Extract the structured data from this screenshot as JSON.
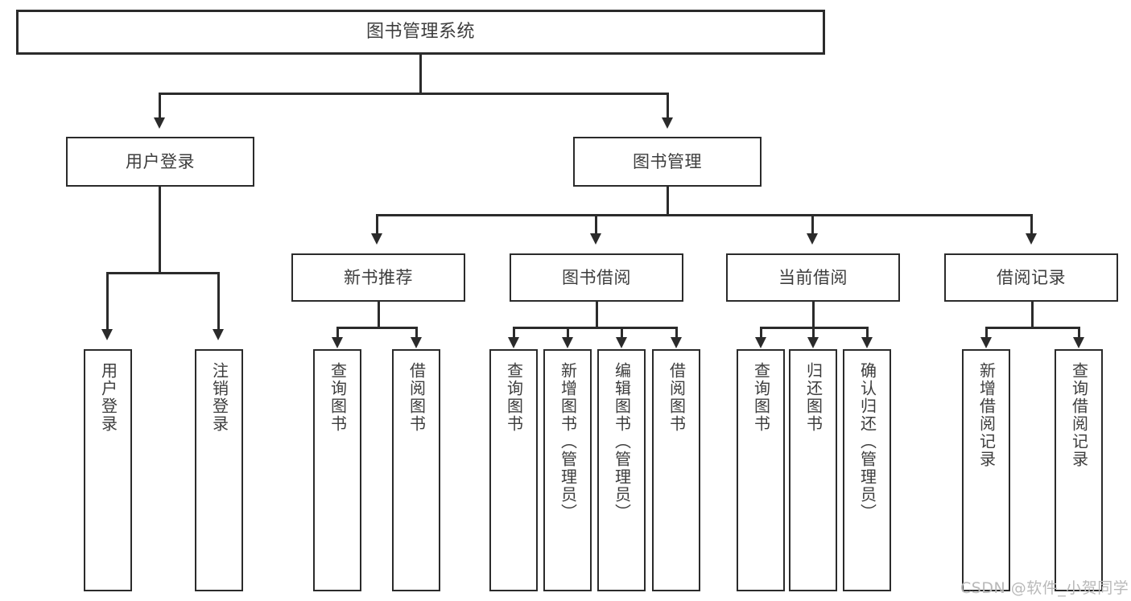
{
  "diagram": {
    "title": "图书管理系统",
    "type": "tree",
    "watermark": "CSDN @软件_小贺同学",
    "colors": {
      "background": "#ffffff",
      "border": "#2b2b2b",
      "text": "#3d3d3d",
      "watermark": "#b9b9b9"
    },
    "root": {
      "label": "图书管理系统"
    },
    "level2": [
      {
        "label": "用户登录"
      },
      {
        "label": "图书管理"
      }
    ],
    "level3": [
      {
        "label": "新书推荐"
      },
      {
        "label": "图书借阅"
      },
      {
        "label": "当前借阅"
      },
      {
        "label": "借阅记录"
      }
    ],
    "leaves": {
      "user_login": [
        {
          "label": "用户登录"
        },
        {
          "label": "注销登录"
        }
      ],
      "new_book_recommend": [
        {
          "label": "查询图书"
        },
        {
          "label": "借阅图书"
        }
      ],
      "book_borrow": [
        {
          "label": "查询图书"
        },
        {
          "label": "新增图书（管理员）"
        },
        {
          "label": "编辑图书（管理员）"
        },
        {
          "label": "借阅图书"
        }
      ],
      "current_borrow": [
        {
          "label": "查询图书"
        },
        {
          "label": "归还图书"
        },
        {
          "label": "确认归还（管理员）"
        }
      ],
      "borrow_record": [
        {
          "label": "新增借阅记录"
        },
        {
          "label": "查询借阅记录"
        }
      ]
    }
  }
}
